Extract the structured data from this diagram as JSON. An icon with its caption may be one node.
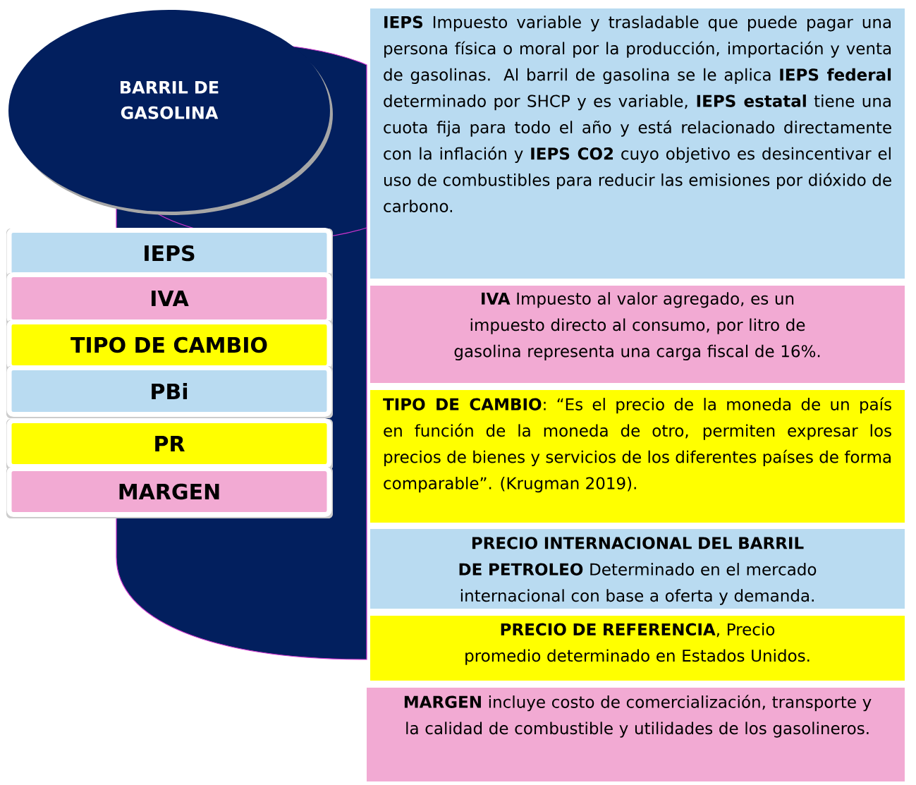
{
  "diagram": {
    "nodes": [
      {
        "text": [
          "BARRIL DE GASOLINA"
        ]
      },
      {
        "text": [
          "IEPS"
        ]
      },
      {
        "text": [
          "IVA"
        ]
      },
      {
        "text": [
          "TIPO DE CAMBIO"
        ]
      },
      {
        "text": [
          "PBi"
        ]
      },
      {
        "text": [
          "PR"
        ]
      },
      {
        "text": [
          "MARGEN"
        ]
      },
      {
        "text": [
          "**IEPS** Impuesto variable y trasladable que puede pagar una persona física o moral por la producción, importación y venta de gasolinas. Al barril de gasolina se le aplica **IEPS federal** determinado por SHCP y es variable, **IEPS estatal** tiene una cuota fija para todo el año y está relacionado directamente con la inflación y **IEPS CO2** cuyo objetivo es desincentivar el uso de combustibles para reducir las emisiones por dióxido de carbono."
        ]
      },
      {
        "text": [
          "**IVA** Impuesto al valor agregado, es un impuesto directo al consumo, por litro de gasolina representa una carga fiscal de 16%."
        ]
      },
      {
        "text": [
          "**TIPO DE CAMBIO**: “Es el precio de la moneda de un país en función de la moneda de otro, permiten expresar los precios de bienes y servicios de los diferentes países de forma comparable”. (Krugman 2019)."
        ]
      },
      {
        "text": [
          "**PRECIO INTERNACIONAL DEL BARRIL DE PETROLEO** Determinado en el mercado internacional con base a oferta y demanda."
        ]
      },
      {
        "text": [
          "**PRECIO DE REFERENCIA**, Precio promedio determinado en Estados Unidos."
        ]
      },
      {
        "text": [
          "**MARGEN** incluye costo de comercialización, transporte y la calidad de combustible y utilidades de los gasolineros."
        ]
      }
    ]
  }
}
